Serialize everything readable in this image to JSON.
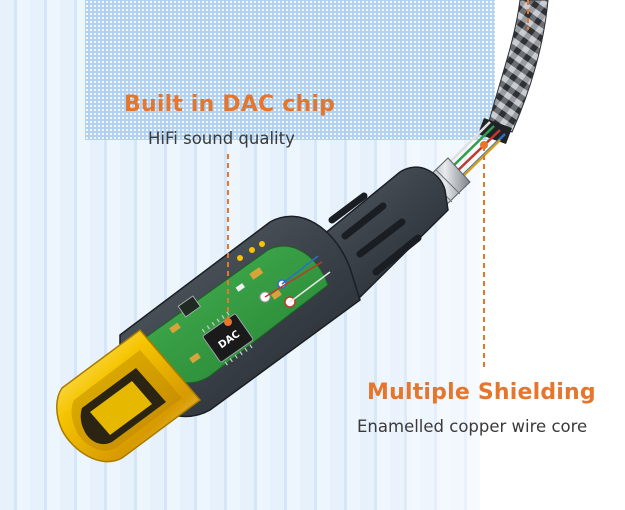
{
  "callouts": {
    "dac": {
      "title": "Built in DAC chip",
      "subtitle": "HiFi sound quality",
      "chip_marking": "DAC"
    },
    "shielding": {
      "title": "Multiple Shielding",
      "subtitle": "Enamelled copper wire core"
    }
  },
  "colors": {
    "accent": "#e6762c",
    "text": "#3a3a3a",
    "pcb": "#2f9a3e",
    "connector_gold": "#f5c400",
    "housing": "#3d444c"
  }
}
